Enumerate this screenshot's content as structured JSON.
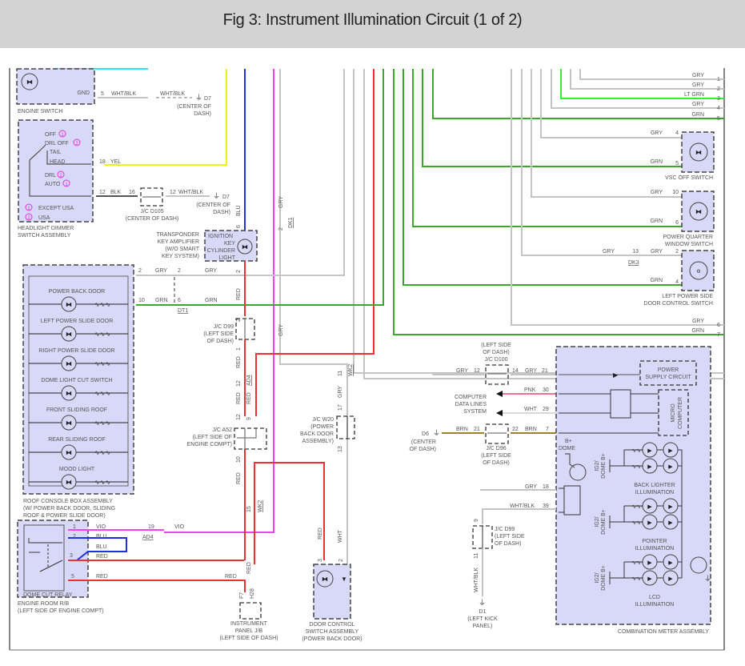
{
  "header": {
    "title": "Fig 3: Instrument Illumination Circuit (1 of 2)"
  },
  "colors": {
    "header_bg": "#d3d3d3",
    "component_fill": "#d8d8f8",
    "wire_gry": "#c4c4c4",
    "wire_grn": "#3aa82a",
    "wire_red": "#f03030",
    "wire_vio": "#ee44ee",
    "wire_blu": "#2030e0",
    "wire_yel": "#f0f020",
    "wire_ltgrn": "#30f030",
    "wire_brn": "#a08030",
    "wire_pnk": "#f07090"
  },
  "engine_switch": {
    "name": "ENGINE SWITCH",
    "pin_label": "GND",
    "pin": "5",
    "wire1": "WHT/BLK",
    "wire2": "WHT/BLK",
    "ground": "D7",
    "ground_loc1": "(CENTER OF",
    "ground_loc2": "DASH)"
  },
  "headlight_switch": {
    "name1": "HEADLIGHT DIMMER",
    "name2": "SWITCH ASSEMBLY",
    "positions": [
      "OFF",
      "DRL OFF",
      "TAIL",
      "HEAD",
      "DRL",
      "AUTO"
    ],
    "marks": [
      "1",
      "2",
      "2",
      "1"
    ],
    "legend": [
      {
        "n": "1",
        "text": "EXCEPT USA"
      },
      {
        "n": "2",
        "text": "USA"
      }
    ],
    "pin18": "18",
    "wire18": "YEL",
    "pin12": "12",
    "wire12": "BLK",
    "jc_pin_in": "16",
    "jc_pin_out": "12",
    "wire_out": "WHT/BLK",
    "jc_name": "J/C D105",
    "jc_loc": "(CENTER OF DASH)",
    "ground": "D7",
    "ground_loc1": "(CENTER OF",
    "ground_loc2": "DASH)"
  },
  "transponder": {
    "label1": "TRANSPONDER",
    "label2": "KEY AMPLIFIER",
    "label3": "(W/O SMART",
    "label4": "KEY SYSTEM)",
    "comp1": "IGNITION",
    "comp2": "KEY",
    "comp3": "CYLINDER",
    "comp4": "LIGHT",
    "pin_top": "6",
    "wire_top": "BLU",
    "pin_bot": "2",
    "wire_bot": "RED"
  },
  "gry_vert": {
    "wire": "GRY",
    "pin": "2",
    "connector": "DK1"
  },
  "roof_console": {
    "items": [
      "POWER BACK DOOR",
      "LEFT POWER SLIDE DOOR",
      "RIGHT POWER SLIDE DOOR",
      "DOME LIGHT CUT SWITCH",
      "FRONT SLIDING ROOF",
      "REAR SLIDING ROOF",
      "MOOD LIGHT"
    ],
    "name1": "ROOF CONSOLE BOX ASSEMBLY",
    "name2": "(W/ POWER BACK DOOR, SLIDING",
    "name3": "ROOF & POWER SLIDE DOOR)",
    "pin2": "2",
    "wire2": "GRY",
    "pin2b": "2",
    "wire2b": "GRY",
    "pin10": "10",
    "wire10": "GRN",
    "pin6": "6",
    "wire6": "GRN",
    "connector": "DT1"
  },
  "jc_d99_top": {
    "name": "J/C D99",
    "loc1": "(LEFT SIDE",
    "loc2": "OF DASH)",
    "pin_top": "2",
    "pin_bot": "1",
    "wire": "RED"
  },
  "jc_a52": {
    "name": "J/C A52",
    "loc1": "(LEFT SIDE OF",
    "loc2": "ENGINE COMPT)",
    "pin12a": "12",
    "pin12b": "12",
    "pin9": "9",
    "pin10": "10",
    "connector": "AD4",
    "wire1": "RED",
    "wire2": "RED",
    "wire3": "RED",
    "vert_gry": "GRY"
  },
  "jc_w20": {
    "name": "J/C W20",
    "loc1": "(POWER",
    "loc2": "BACK DOOR",
    "loc3": "ASSEMBLY)",
    "pin11": "11",
    "connector": "WK2",
    "wire": "GRY",
    "pin17": "17",
    "pin13": "13",
    "wire_out": "WHT"
  },
  "wk2_conn": {
    "pin": "15",
    "connector": "WK2",
    "wire": "RED"
  },
  "dome_relay": {
    "name": "DOME CUT RELAY",
    "loc1": "ENGINE ROOM R/B",
    "loc2": "(LEFT SIDE OF ENGINE COMPT)",
    "pins": [
      {
        "n": "1",
        "wire": "VIO"
      },
      {
        "n": "2",
        "wire": "BLU"
      },
      {
        "n": "",
        "wire": "BLU"
      },
      {
        "n": "3",
        "wire": "RED"
      },
      {
        "n": "5",
        "wire": "RED"
      }
    ],
    "ad4_pin": "19",
    "ad4_wire": "VIO",
    "ad4_conn": "AD4",
    "red_right": "RED"
  },
  "instrument_jb": {
    "name1": "INSTRUMENT",
    "name2": "PANEL J/B",
    "name3": "(LEFT SIDE OF DASH)",
    "pin_f7": "F7",
    "pin_h28": "H28",
    "wire": "RED"
  },
  "door_control": {
    "name1": "DOOR CONTROL",
    "name2": "SWITCH ASSEMBLY",
    "name3": "(POWER BACK DOOR)",
    "pin3": "3",
    "pin2": "2",
    "wire_red": "RED",
    "wire_wht": "WHT"
  },
  "right_bus": [
    {
      "wire": "GRY",
      "pin": "1"
    },
    {
      "wire": "GRY",
      "pin": "2"
    },
    {
      "wire": "LT GRN",
      "pin": "3"
    },
    {
      "wire": "GRY",
      "pin": "4"
    },
    {
      "wire": "GRN",
      "pin": "5"
    },
    {
      "wire": "GRY",
      "pin": "6"
    },
    {
      "wire": "GRN",
      "pin": "7"
    }
  ],
  "vsc_switch": {
    "name": "VSC OFF SWITCH",
    "pin_a": "4",
    "wire_a": "GRY",
    "pin_b": "5",
    "wire_b": "GRN"
  },
  "pq_switch": {
    "name1": "POWER QUARTER",
    "name2": "WINDOW SWITCH",
    "pin_a": "10",
    "wire_a": "GRY",
    "pin_b": "6",
    "wire_b": "GRN"
  },
  "lps_switch": {
    "name1": "LEFT POWER SIDE",
    "name2": "DOOR CONTROL SWITCH",
    "pin_a": "2",
    "wire_a": "GRY",
    "conn_pin": "13",
    "conn": "DK3",
    "wire_pre": "GRY",
    "pin_b": "4",
    "wire_b": "GRN"
  },
  "jc_d100": {
    "loc1": "(LEFT SIDE",
    "loc2": "OF DASH)",
    "name": "J/C D100",
    "wire_in": "GRY",
    "pin_in": "12",
    "pin_out": "14",
    "wire_out": "GRY",
    "meter_pin": "21"
  },
  "data_lines": {
    "label1": "COMPUTER",
    "label2": "DATA LINES",
    "label3": "SYSTEM",
    "wire1": "PNK",
    "pin1": "30",
    "wire2": "WHT",
    "pin2": "29"
  },
  "jc_d96": {
    "ground": "D6",
    "ground_loc1": "(CENTER",
    "ground_loc2": "OF DASH)",
    "wire_in": "BRN",
    "pin_in": "21",
    "pin_out": "22",
    "wire_out": "BRN",
    "meter_pin": "7",
    "name": "J/C D96",
    "loc1": "(LEFT SIDE",
    "loc2": "OF DASH)"
  },
  "meter": {
    "name": "COMBINATION METER ASSEMBLY",
    "psu1": "POWER",
    "psu2": "SUPPLY CIRCUIT",
    "micro1": "MICRO",
    "micro2": "COMPUTER",
    "bplus": "B+",
    "dome": "DOME",
    "pin18": "18",
    "wire18": "GRY",
    "pin39": "39",
    "wire39": "WHT/BLK",
    "groups": [
      {
        "ig1": "IG2/",
        "ig2": "DOME B+",
        "n1": "BACK LIGHTER",
        "n2": "ILLUMINATION"
      },
      {
        "ig1": "IG2/",
        "ig2": "DOME B+",
        "n1": "POINTER",
        "n2": "ILLUMINATION"
      },
      {
        "ig1": "IG2/",
        "ig2": "DOME B+",
        "n1": "LCD",
        "n2": "ILLUMINATION"
      }
    ]
  },
  "jc_d99_bot": {
    "name": "J/C D99",
    "loc1": "(LEFT SIDE",
    "loc2": "OF DASH)",
    "pin_top": "9",
    "pin_bot": "11",
    "wire": "WHT/BLK",
    "ground": "D1",
    "ground_loc1": "(LEFT KICK",
    "ground_loc2": "PANEL)"
  }
}
